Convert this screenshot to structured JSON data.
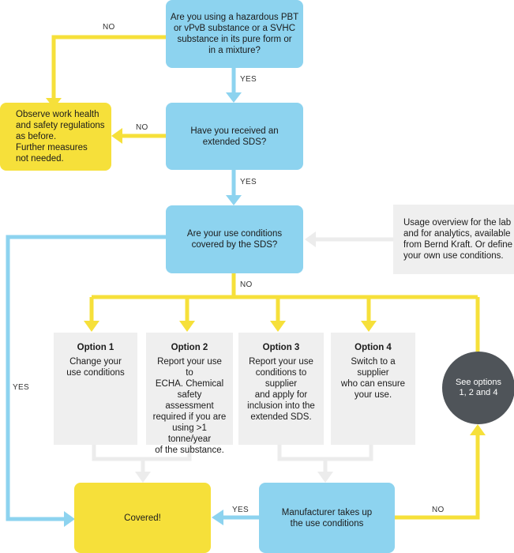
{
  "nodes": {
    "q1": "Are you using a hazardous PBT\nor vPvB substance or a SVHC\nsubstance in its pure form or\nin a mixture?",
    "observe": "Observe work health\nand safety regulations\nas before.\nFurther measures\nnot needed.",
    "q2": "Have you received an\nextended SDS?",
    "q3": "Are your use conditions\ncovered by the SDS?",
    "usage_note": "Usage overview for the lab\nand for analytics, available\nfrom Bernd Kraft. Or define\nyour own use conditions.",
    "covered": "Covered!",
    "manufacturer": "Manufacturer takes up\nthe use conditions",
    "see_options": "See options\n1, 2 and 4"
  },
  "options": [
    {
      "title": "Option 1",
      "text": "Change your\nuse conditions"
    },
    {
      "title": "Option 2",
      "text": "Report your use to\nECHA. Chemical\nsafety assessment\nrequired if you are\nusing >1 tonne/year\nof the substance."
    },
    {
      "title": "Option 3",
      "text": "Report your use\nconditions to supplier\nand apply for\ninclusion into the\nextended SDS."
    },
    {
      "title": "Option 4",
      "text": "Switch to a supplier\nwho can ensure\nyour use."
    }
  ],
  "labels": {
    "no_top": "NO",
    "yes_1": "YES",
    "no_observe": "NO",
    "yes_2": "YES",
    "no_options": "NO",
    "yes_left": "YES",
    "yes_bottom": "YES",
    "no_bottom": "NO"
  },
  "colors": {
    "blue": "#8dd3ef",
    "yellow": "#f6e03a",
    "grey": "#efefef",
    "dark": "#4f5459"
  }
}
